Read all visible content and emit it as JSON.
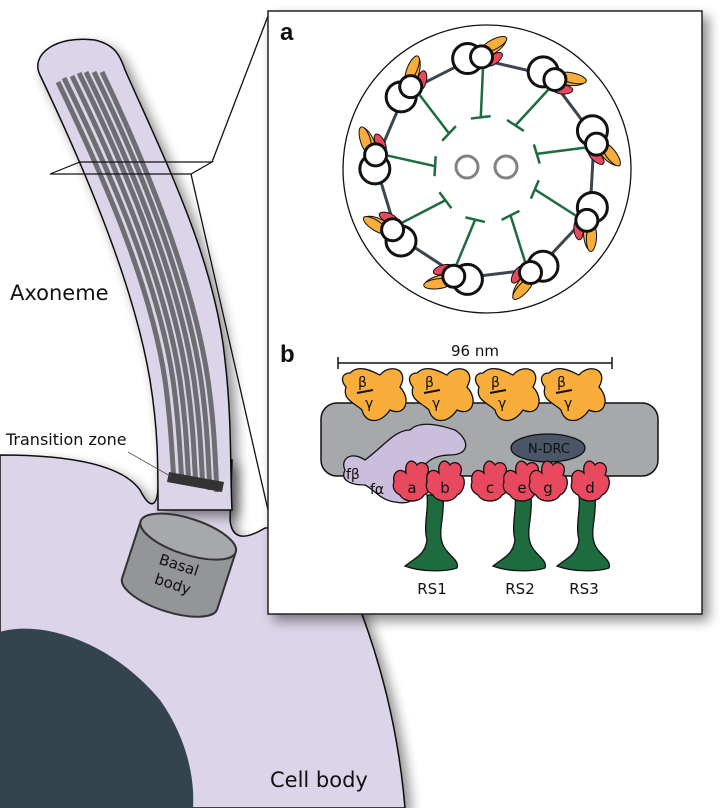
{
  "figure": {
    "labels": {
      "axoneme": "Axoneme",
      "transition_zone": "Transition zone",
      "basal_body_line1": "Basal",
      "basal_body_line2": "body",
      "cell_body": "Cell body"
    },
    "panel_a": {
      "letter": "a",
      "doublet_count": 9,
      "central_pair_count": 2
    },
    "panel_b": {
      "letter": "b",
      "scale_label": "96 nm",
      "odas": [
        {
          "top": "β",
          "bottom": "γ"
        },
        {
          "top": "β",
          "bottom": "γ"
        },
        {
          "top": "β",
          "bottom": "γ"
        },
        {
          "top": "β",
          "bottom": "γ"
        }
      ],
      "f_complex": {
        "beta": "fβ",
        "alpha": "fα"
      },
      "ndrc": "N-DRC",
      "idas": [
        "a",
        "b",
        "c",
        "e",
        "g",
        "d"
      ],
      "radial_spokes": [
        "RS1",
        "RS2",
        "RS3"
      ]
    },
    "colors": {
      "cytoplasm": "#dcd4e8",
      "microtubule": "#6d6e71",
      "nucleus": "#33444f",
      "basal_body": "#939598",
      "oda": "#f9ad3b",
      "ida": "#e8495e",
      "spoke": "#1d6b3e",
      "doublet_band": "#a6a8ab",
      "f_complex": "#cbbedd",
      "ndrc": "#4a5566",
      "central_pair": "#808285"
    }
  }
}
